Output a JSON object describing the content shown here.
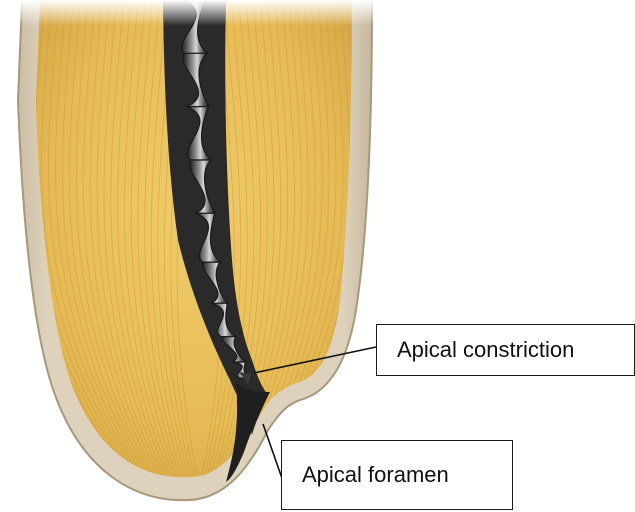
{
  "labels": {
    "apical_constriction": "Apical constriction",
    "apical_foramen": "Apical foramen"
  },
  "colors": {
    "dentin": "#e9c05a",
    "dentin_fibers": "#c99a32",
    "cementum": "#d9ccb6",
    "cementum_edge": "#b7a88e",
    "file_dark": "#2a2a2a",
    "file_light": "#bdbdbd",
    "canal_fluid": "#1f1f1f",
    "leader_line": "#111111"
  },
  "image_subject": "root-canal-apex-with-endodontic-file"
}
